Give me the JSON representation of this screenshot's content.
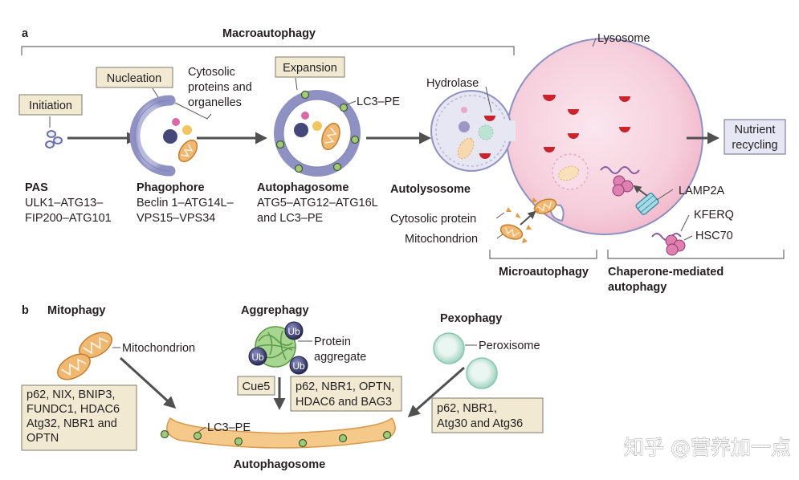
{
  "panel_a": {
    "label": "a",
    "header": "Macroautophagy",
    "stages": {
      "initiation": "Initiation",
      "nucleation": "Nucleation",
      "expansion": "Expansion"
    },
    "cytosolic_cargo": [
      "Cytosolic",
      "proteins and",
      "organelles"
    ],
    "lc3_label": "LC3–PE",
    "hydrolase_label": "Hydrolase",
    "lysosome_label": "Lysosome",
    "nutrient_box": [
      "Nutrient",
      "recycling"
    ],
    "structures": {
      "pas": {
        "title": "PAS",
        "lines": [
          "ULK1–ATG13–",
          "FIP200–ATG101"
        ]
      },
      "phagophore": {
        "title": "Phagophore",
        "lines": [
          "Beclin 1–ATG14L–",
          "VPS15–VPS34"
        ]
      },
      "autophagosome": {
        "title": "Autophagosome",
        "lines": [
          "ATG5–ATG12–ATG16L",
          "and LC3–PE"
        ]
      },
      "autolysosome": {
        "title": "Autolysosome"
      }
    },
    "cytosolic_protein": "Cytosolic protein",
    "mitochondrion": "Mitochondrion",
    "lamp2a": "LAMP2A",
    "kferq": "KFERQ",
    "hsc70": "HSC70",
    "microautophagy": "Microautophagy",
    "cma": [
      "Chaperone-mediated",
      "autophagy"
    ]
  },
  "panel_b": {
    "label": "b",
    "mitophagy": {
      "title": "Mitophagy",
      "organelle": "Mitochondrion",
      "receptors": [
        "p62, NIX, BNIP3,",
        "FUNDC1, HDAC6",
        "Atg32, NBR1 and",
        "OPTN"
      ]
    },
    "aggrephagy": {
      "title": "Aggrephagy",
      "ub": "Ub",
      "aggregate": [
        "Protein",
        "aggregate"
      ],
      "cue5": "Cue5",
      "receptors": [
        "p62, NBR1, OPTN,",
        "HDAC6 and BAG3"
      ]
    },
    "pexophagy": {
      "title": "Pexophagy",
      "organelle": "Peroxisome",
      "receptors": [
        "p62, NBR1,",
        "Atg30 and Atg36"
      ]
    },
    "lc3_label": "LC3–PE",
    "autophagosome": "Autophagosome"
  },
  "watermark": "知乎 @营养加一点",
  "colors": {
    "label_box": "#f1e9d2",
    "lysosome": "#f3c7d5",
    "membrane": "#a6a8d1",
    "lc3": "#9fca7a",
    "hydrolase": "#c9242b",
    "peroxisome": "#c8e8dd",
    "aggregate": "#5c9b4c",
    "arrow": "#505050"
  }
}
